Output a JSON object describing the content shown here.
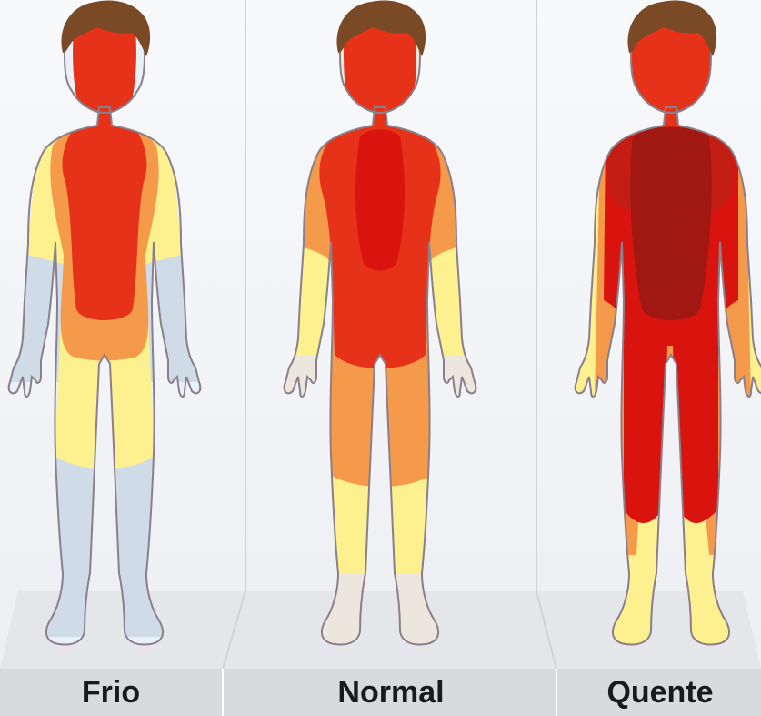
{
  "panels": [
    {
      "label": "Frio"
    },
    {
      "label": "Normal"
    },
    {
      "label": "Quente"
    }
  ],
  "colors": {
    "background_top": "#f6f8fb",
    "background_bottom": "#eaedf1",
    "floor": "#e3e5e8",
    "label_bar": "#d9dade",
    "divider": "#c8cbd0",
    "outline": "#8a7f8a",
    "hair": "#7a4a26",
    "skin_outline_fill": "#efe8df",
    "cold_blue": "#cfdbe6",
    "cold_pale": "#e6f0f8",
    "yellow": "#fdf08e",
    "orange": "#f59a4a",
    "red": "#e63a1a",
    "bright_red": "#d9140f",
    "dark_red": "#a81810"
  }
}
